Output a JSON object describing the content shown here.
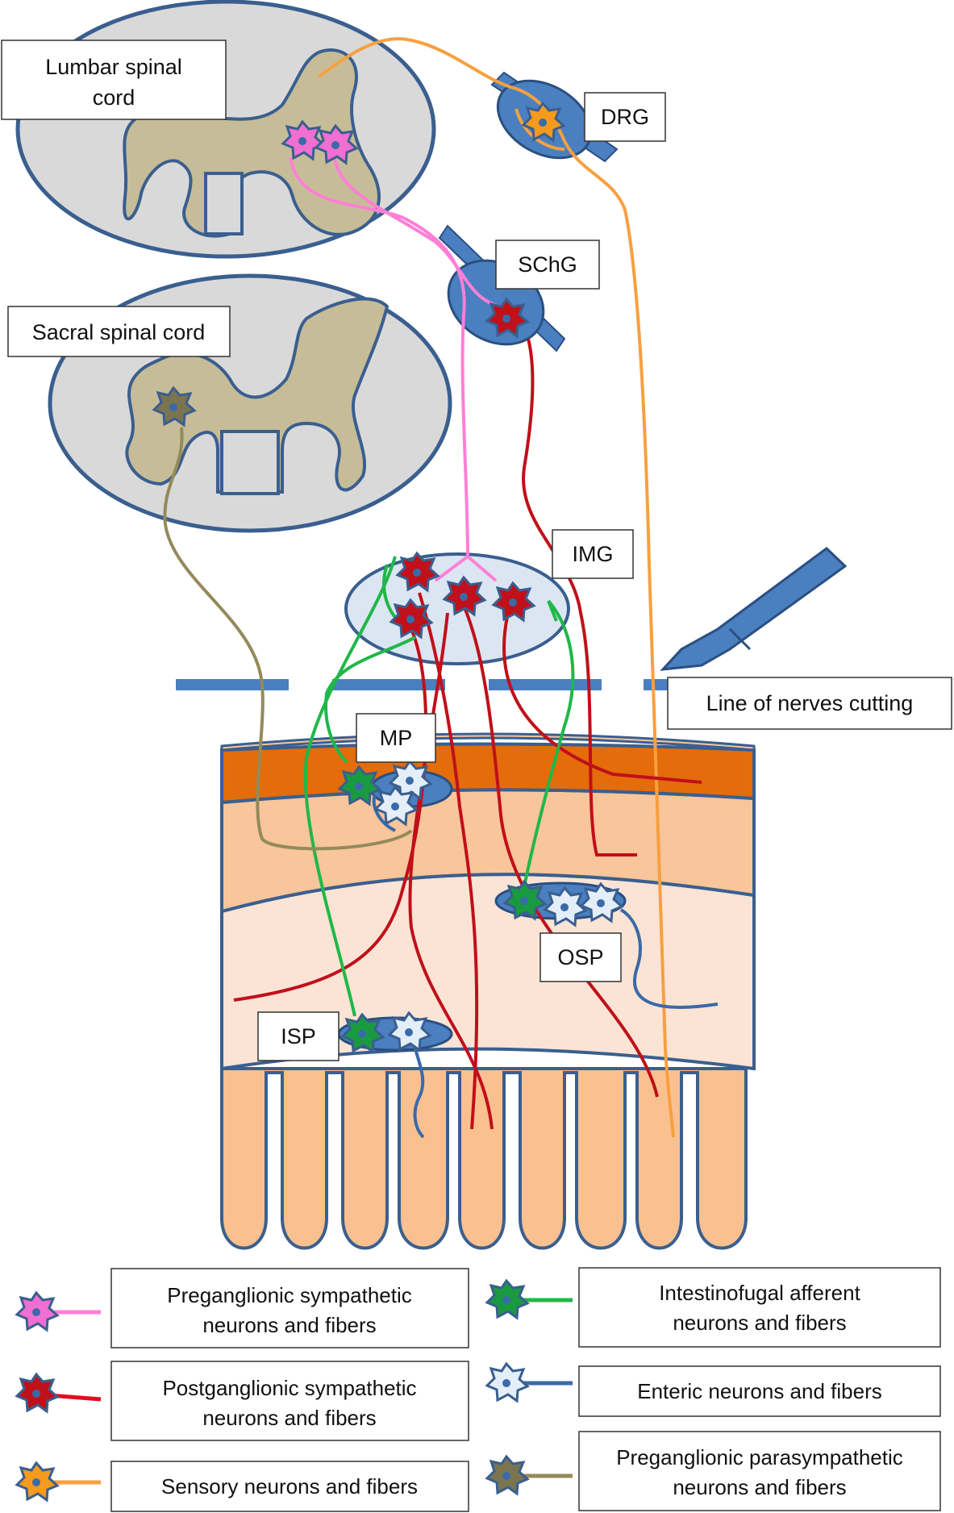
{
  "labels": {
    "lumbar_line1": "Lumbar spinal",
    "lumbar_line2": "cord",
    "sacral": "Sacral spinal cord",
    "drg": "DRG",
    "schg": "SChG",
    "img": "IMG",
    "cut_line": "Line of nerves cutting",
    "mp": "MP",
    "osp": "OSP",
    "isp": "ISP"
  },
  "legend": [
    {
      "line1": "Preganglionic sympathetic",
      "line2": "neurons and fibers",
      "color": "#f06fd0",
      "fiber": "#ff7fd6"
    },
    {
      "line1": "Postganglionic sympathetic",
      "line2": "neurons and fibers",
      "color": "#c0101a",
      "fiber": "#e01020"
    },
    {
      "line1": "Sensory neurons and fibers",
      "line2": "",
      "color": "#f59a1c",
      "fiber": "#f7a040"
    },
    {
      "line1": "Intestinofugal  afferent",
      "line2": "neurons and fibers",
      "color": "#1a9a40",
      "fiber": "#1fb848"
    },
    {
      "line1": "Enteric neurons and fibers",
      "line2": "",
      "color": "#e4eef8",
      "fiber": "#3a6aa8"
    },
    {
      "line1": "Preganglionic parasympathetic",
      "line2": "neurons and fibers",
      "color": "#7a7550",
      "fiber": "#948a5a"
    }
  ],
  "colors": {
    "cord_fill": "#d9d9d9",
    "grey_matter": "#c7bc98",
    "outline": "#3a5f8f",
    "ganglion": "#4a7fc0",
    "img_fill": "#dce6f2",
    "muscle_dark": "#e46c0a",
    "layer_mid": "#f9c59b",
    "layer_light": "#fbe4d5",
    "villi": "#fac090"
  }
}
